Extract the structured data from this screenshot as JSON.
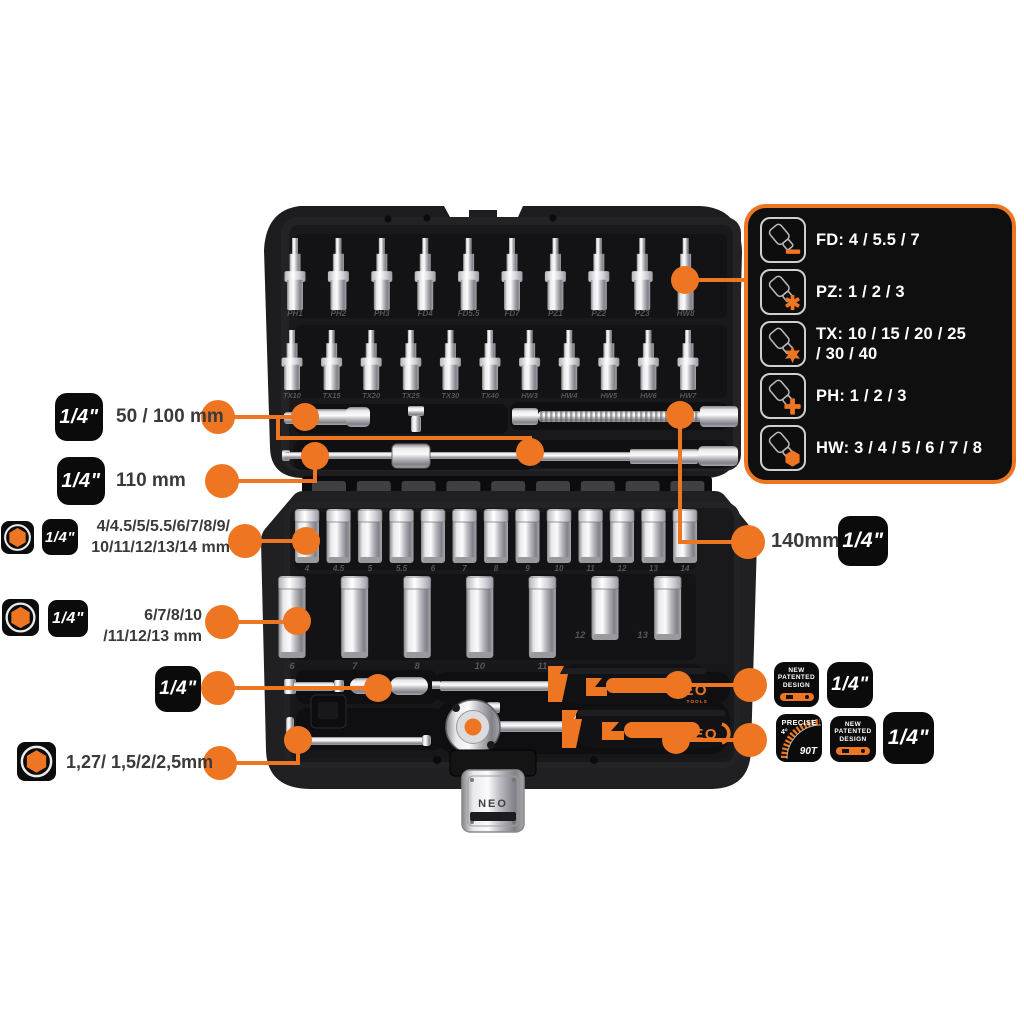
{
  "accent": "#EE7623",
  "badge_quarter": "1/4\"",
  "patent_badge_lines": [
    "NEW",
    "PATENTED",
    "DESIGN"
  ],
  "precise_badge": {
    "title": "PRECISE",
    "angle": "4°",
    "teeth": "90T"
  },
  "info_panel": {
    "rows": [
      {
        "name": "flat-bits",
        "text1": "FD: 4 / 5.5 / 7",
        "text2": ""
      },
      {
        "name": "pozidriv-bits",
        "text1": "PZ: 1 / 2 / 3",
        "text2": ""
      },
      {
        "name": "torx-bits",
        "text1": "TX: 10 / 15 / 20 / 25",
        "text2": "/ 30 / 40"
      },
      {
        "name": "phillips-bits",
        "text1": "PH: 1 / 2 / 3",
        "text2": ""
      },
      {
        "name": "hex-bits",
        "text1": "HW: 3 / 4 / 5 / 6 / 7 / 8",
        "text2": ""
      }
    ]
  },
  "callouts_left": [
    {
      "label": "50 / 100 mm"
    },
    {
      "label": "110 mm"
    },
    {
      "line1": "4/4.5/5/5.5/6/7/8/9/",
      "line2": "10/11/12/13/14 mm"
    },
    {
      "line1": "6/7/8/10",
      "line2": "/11/12/13 mm"
    },
    {
      "label": ""
    },
    {
      "label": "1,27/ 1,5/2/2,5mm"
    }
  ],
  "callout_right_label": "140mm",
  "case": {
    "bits_row1": [
      "PH1",
      "PH2",
      "PH3",
      "FD4",
      "FD5.5",
      "FD7",
      "PZ1",
      "PZ2",
      "PZ3",
      "HW8"
    ],
    "bits_row2": [
      "TX10",
      "TX15",
      "TX20",
      "TX25",
      "TX30",
      "TX40",
      "HW3",
      "HW4",
      "HW5",
      "HW6",
      "HW7"
    ],
    "sockets_short": [
      "4",
      "4.5",
      "5",
      "5.5",
      "6",
      "7",
      "8",
      "9",
      "10",
      "11",
      "12",
      "13",
      "14"
    ],
    "sockets_long": [
      "6",
      "7",
      "8",
      "10",
      "11",
      "12",
      "13"
    ],
    "brand": "NEO",
    "brand_sub": "TOOLS",
    "clasp_text": "NEO"
  }
}
